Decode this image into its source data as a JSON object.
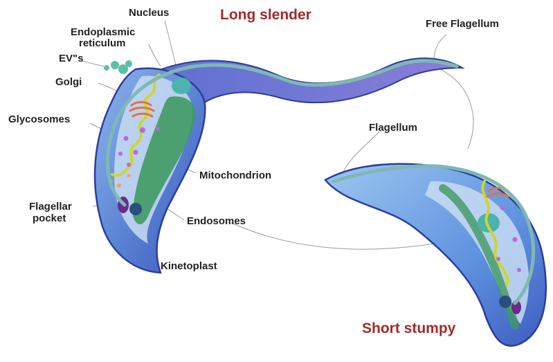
{
  "titles": {
    "long_slender": "Long slender",
    "short_stumpy": "Short stumpy"
  },
  "labels": {
    "nucleus": "Nucleus",
    "endoplasmic_reticulum_line1": "Endoplasmic",
    "endoplasmic_reticulum_line2": "reticulum",
    "evs": "EV\"s",
    "golgi": "Golgi",
    "glycosomes": "Glycosomes",
    "flagellar_pocket_line1": "Flagellar",
    "flagellar_pocket_line2": "pocket",
    "kinetoplast": "Kinetoplast",
    "endosomes": "Endosomes",
    "mitochondrion": "Mitochondrion",
    "flagellum": "Flagellum",
    "free_flagellum": "Free Flagellum"
  },
  "colors": {
    "title": "#a32a2a",
    "label": "#222222",
    "leader_line": "#9a9a9a",
    "cell_body": "#5d86d6",
    "cell_outline": "#2b3c9e",
    "cell_inner": "#c8dcf2",
    "mitochondrion": "#3f9a62",
    "nucleus": "#4cb3ad",
    "er": "#cfd62c",
    "golgi": "#e7703c",
    "glycosome": "#b56ad6",
    "flagellum": "#7fb8b4",
    "kinetoplast": "#27507a"
  }
}
